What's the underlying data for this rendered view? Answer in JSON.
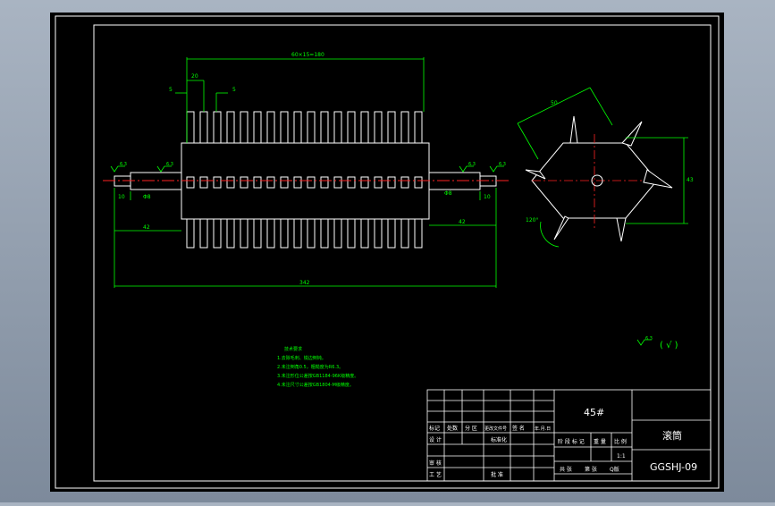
{
  "drawing": {
    "dimensions": {
      "pitch_top": "60×15=180",
      "tooth_width": "20",
      "gap_left": "5",
      "gap_right": "5",
      "left_shaft_len": "42",
      "right_shaft_len": "42",
      "total_length": "342",
      "left_end_len": "10",
      "right_end_len": "10",
      "left_dia": "Φ8",
      "right_dia": "Φ8",
      "hex_size": "50",
      "hex_height": "43",
      "angle": "120°"
    },
    "roughness": {
      "r1": "6.3",
      "r2": "6.3",
      "r3": "6.3",
      "r4": "6.3",
      "general": "6.3",
      "general_paren": "( √ )"
    },
    "notes": {
      "title": "技术要求",
      "lines": [
        "1.去除毛刺、锐边倒钝。",
        "2.未注倒角0.5，粗糙度为R6.3。",
        "3.未注形位公差按GB1184-96K级精度。",
        "4.未注尺寸公差按GB1804-M级精度。"
      ]
    },
    "title_block": {
      "material": "45#",
      "part_name": "滚筒",
      "drawing_no": "GGSHJ-09",
      "scale": "1:1",
      "headers": [
        "标记",
        "处数",
        "分 区",
        "更改文件号",
        "签 名",
        "年.月.日"
      ],
      "rows": {
        "design": "设 计",
        "standard": "标准化",
        "review": "审 核",
        "process": "工 艺",
        "approve": "批 准"
      },
      "stage_headers": [
        "阶 段 标 记",
        "重 量",
        "比 例"
      ],
      "sheet_info": [
        "共 张",
        "第 张",
        "Q版"
      ]
    }
  }
}
